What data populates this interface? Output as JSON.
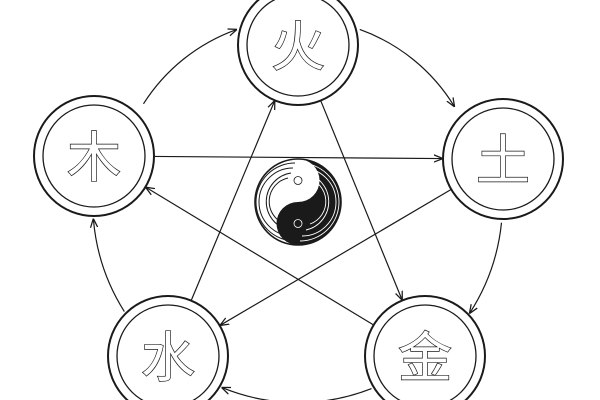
{
  "diagram": {
    "nodes": [
      {
        "id": "top",
        "glyph": "火"
      },
      {
        "id": "right",
        "glyph": "土"
      },
      {
        "id": "bottom-right",
        "glyph": "金"
      },
      {
        "id": "bottom-left",
        "glyph": "水"
      },
      {
        "id": "left",
        "glyph": "木"
      }
    ],
    "generating_cycle": [
      [
        "top",
        "right"
      ],
      [
        "right",
        "bottom-right"
      ],
      [
        "bottom-right",
        "bottom-left"
      ],
      [
        "bottom-left",
        "left"
      ],
      [
        "left",
        "top"
      ]
    ],
    "overcoming_cycle": [
      [
        "top",
        "bottom-right"
      ],
      [
        "bottom-right",
        "left"
      ],
      [
        "left",
        "right"
      ],
      [
        "right",
        "bottom-left"
      ],
      [
        "bottom-left",
        "top"
      ]
    ],
    "center_symbol": "yin-yang-icon",
    "colors": {
      "stroke": "#1a1a1a",
      "fill": "#ffffff"
    }
  }
}
